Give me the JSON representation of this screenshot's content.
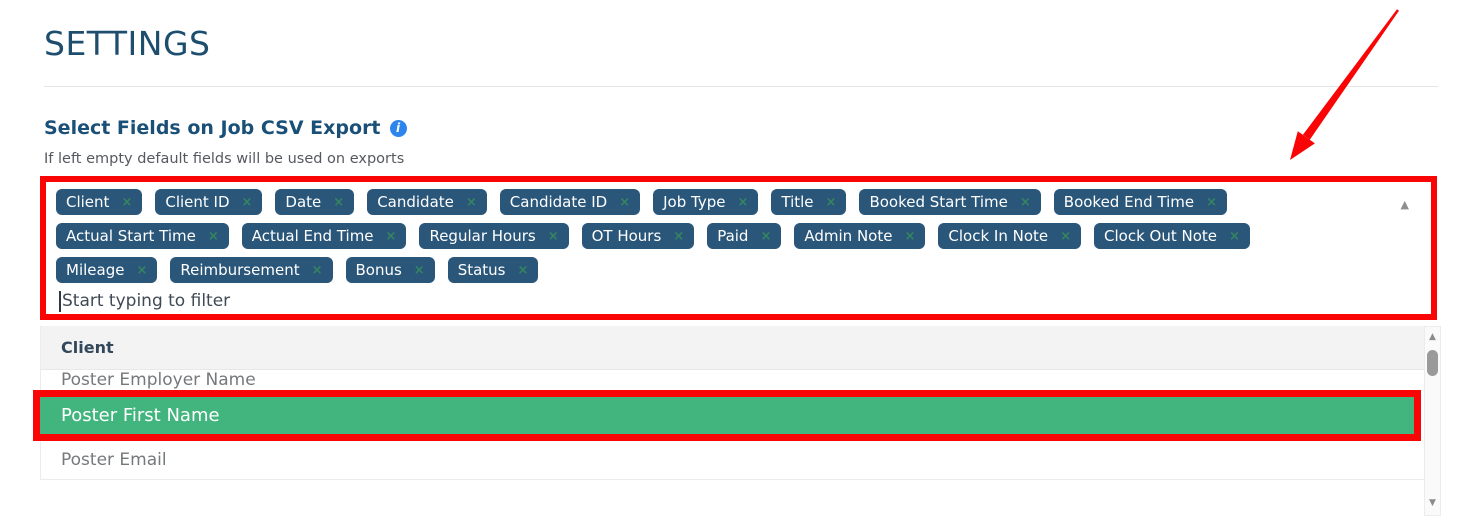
{
  "page": {
    "title": "SETTINGS"
  },
  "section": {
    "title": "Select Fields on Job CSV Export",
    "info_icon_glyph": "i",
    "subtitle": "If left empty default fields will be used on exports"
  },
  "multiselect": {
    "placeholder": "Start typing to filter",
    "remove_icon_glyph": "×",
    "collapse_icon_glyph": "▲",
    "tag_rows": [
      [
        "Client",
        "Client ID",
        "Date",
        "Candidate",
        "Candidate ID",
        "Job Type",
        "Title",
        "Booked Start Time",
        "Booked End Time"
      ],
      [
        "Actual Start Time",
        "Actual End Time",
        "Regular Hours",
        "OT Hours",
        "Paid",
        "Admin Note",
        "Clock In Note",
        "Clock Out Note"
      ],
      [
        "Mileage",
        "Reimbursement",
        "Bonus",
        "Status"
      ]
    ]
  },
  "dropdown": {
    "group_header": "Client",
    "options": [
      {
        "label": "Poster Employer Name",
        "selected": false
      },
      {
        "label": "Poster First Name",
        "selected": true
      },
      {
        "label": "Poster Email",
        "selected": false
      }
    ],
    "scrollbar": {
      "up_icon_glyph": "▲",
      "down_icon_glyph": "▼"
    }
  },
  "colors": {
    "heading_blue": "#1e4e6e",
    "title_blue": "#1a5078",
    "info_blue": "#2e86ec",
    "subtitle_gray": "#55595f",
    "tag_bg": "#2a567a",
    "tag_remove_green": "#35865f",
    "selected_green": "#42b57f",
    "option_gray": "#75797c",
    "annotation_red": "#fa0505"
  }
}
